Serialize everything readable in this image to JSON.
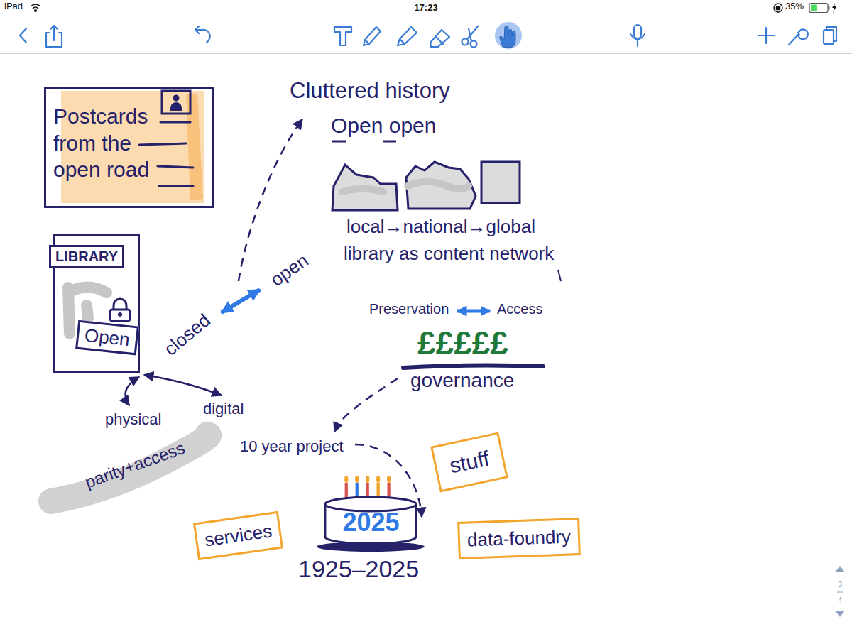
{
  "diagram": {
    "nodes": [
      {
        "text": [
          "Postcards from the open road"
        ]
      },
      {
        "text": [
          "LIBRARY"
        ]
      },
      {
        "text": [
          "Open"
        ],
        "in": 1
      },
      {
        "text": [
          "stuff"
        ]
      },
      {
        "text": [
          "services"
        ]
      },
      {
        "text": [
          "2025"
        ]
      },
      {
        "text": [
          "data-foundry"
        ]
      }
    ],
    "labels": [
      "iPad",
      "17:23",
      "35%",
      "Cluttered history",
      "Open open",
      "local→national→global",
      "library as content network",
      "closed",
      "open",
      "Preservation",
      "Access",
      "£££££",
      "governance",
      "physical",
      "digital",
      "parity+access",
      "10 year project",
      "1925–2025",
      "3",
      "4"
    ]
  }
}
